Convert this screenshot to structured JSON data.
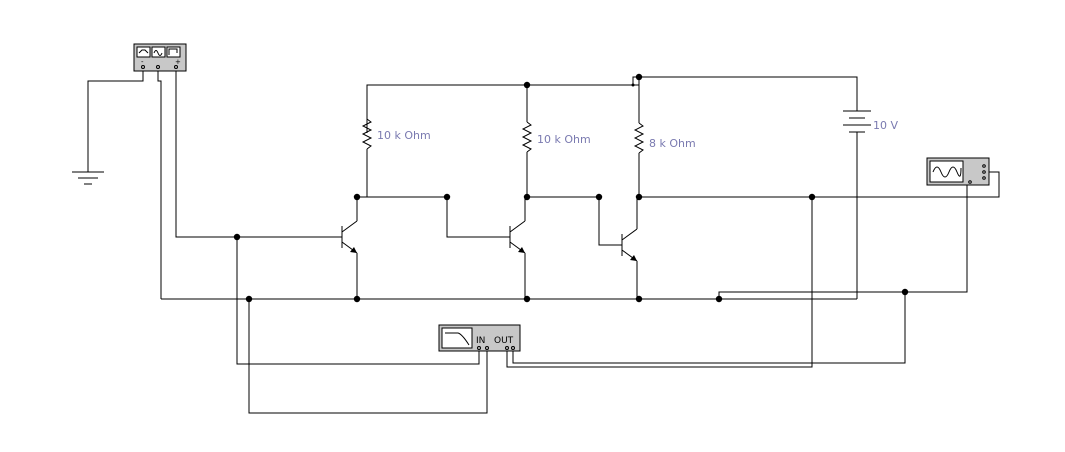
{
  "resistors": [
    {
      "label": "10 k Ohm"
    },
    {
      "label": "10 k Ohm"
    },
    {
      "label": "8 k Ohm"
    }
  ],
  "battery": {
    "label": "10 V"
  },
  "multimeter": {
    "terminals": [
      "-",
      "+"
    ]
  },
  "bode_plotter": {
    "in_label": "IN",
    "out_label": "OUT"
  },
  "colors": {
    "label": "#7a7ab0",
    "wire": "#000000",
    "instrument": "#c8c8c8"
  }
}
